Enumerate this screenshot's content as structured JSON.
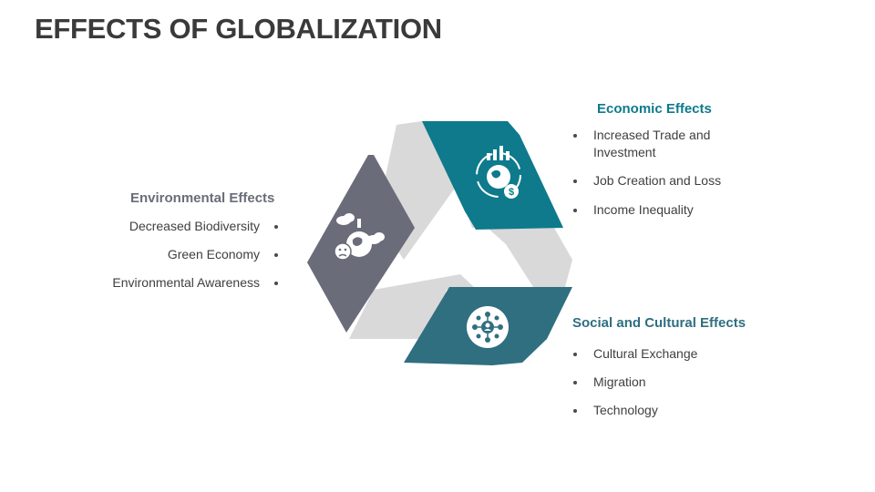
{
  "slide": {
    "title": "EFFECTS OF GLOBALIZATION"
  },
  "sections": {
    "economic": {
      "title": "Economic Effects",
      "color": "#0e7a8c",
      "icon": "globe-economy-icon",
      "items": [
        "Increased Trade and Investment",
        "Job Creation and Loss",
        "Income Inequality"
      ]
    },
    "social": {
      "title": "Social and Cultural Effects",
      "color": "#2f6f80",
      "icon": "people-network-icon",
      "items": [
        "Cultural Exchange",
        "Migration",
        "Technology"
      ]
    },
    "environmental": {
      "title": "Environmental Effects",
      "color": "#6a6c79",
      "icon": "polluted-earth-icon",
      "items": [
        "Decreased Biodiversity",
        "Green Economy",
        "Environmental Awareness"
      ]
    }
  },
  "colors": {
    "ribbon_light": "#d9d9d9",
    "text": "#3f3f3f"
  }
}
